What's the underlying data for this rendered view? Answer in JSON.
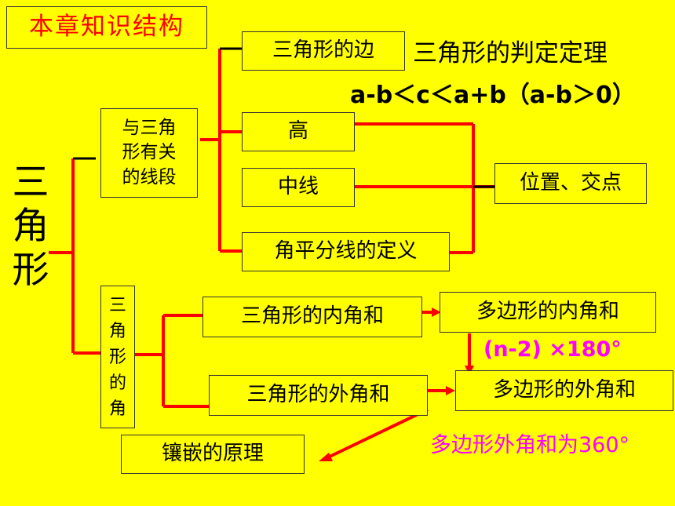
{
  "header": {
    "title": "本章知识结构"
  },
  "root": {
    "label": "三\n角\n形"
  },
  "branch_segments": {
    "label": "与三角\n形有关\n的线段"
  },
  "branch_angles": {
    "label": "三\n角\n形\n的\n角"
  },
  "segments": {
    "side": "三角形的边",
    "altitude": "高",
    "median": "中线",
    "bisector": "角平分线的定义"
  },
  "side_theorem": {
    "title": "三角形的判定定理",
    "inequality": "a-b＜c＜a+b（a-b＞0）"
  },
  "position_box": "位置、交点",
  "angles": {
    "interior_sum": "三角形的内角和",
    "exterior_sum": "三角形的外角和",
    "polygon_interior": "多边形的内角和",
    "polygon_exterior": "多边形的外角和",
    "interior_formula": "(n-2) ×180°",
    "exterior_note": "多边形外角和为360°",
    "tessellation": "镶嵌的原理"
  },
  "colors": {
    "background": "#FFFF00",
    "line": "#FF0000",
    "title_text": "#FF0000",
    "formula": "#FF00FF",
    "connector_tick": "#000000"
  }
}
